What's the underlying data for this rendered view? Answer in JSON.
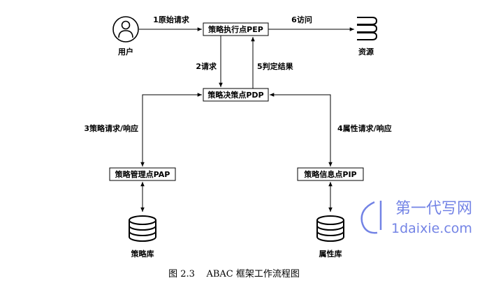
{
  "nodes": {
    "pep": "策略执行点PEP",
    "pdp": "策略决策点PDP",
    "pap": "策略管理点PAP",
    "pip": "策略信息点PIP"
  },
  "actors": {
    "user": "用户",
    "resource": "资源",
    "policy_db": "策略库",
    "attribute_db": "属性库"
  },
  "edges": {
    "user_to_pep": "1原始请求",
    "pep_to_pdp": "2请求",
    "pdp_pap": "3策略请求/响应",
    "pdp_pip": "4属性请求/响应",
    "pdp_to_pep": "5判定结果",
    "pep_to_resource": "6访问"
  },
  "caption": "图 2.3    ABAC 框架工作流程图",
  "watermark": {
    "logo_text": "第一代写网",
    "url_text": "1daixie.com",
    "color": "#5b6ee1"
  }
}
